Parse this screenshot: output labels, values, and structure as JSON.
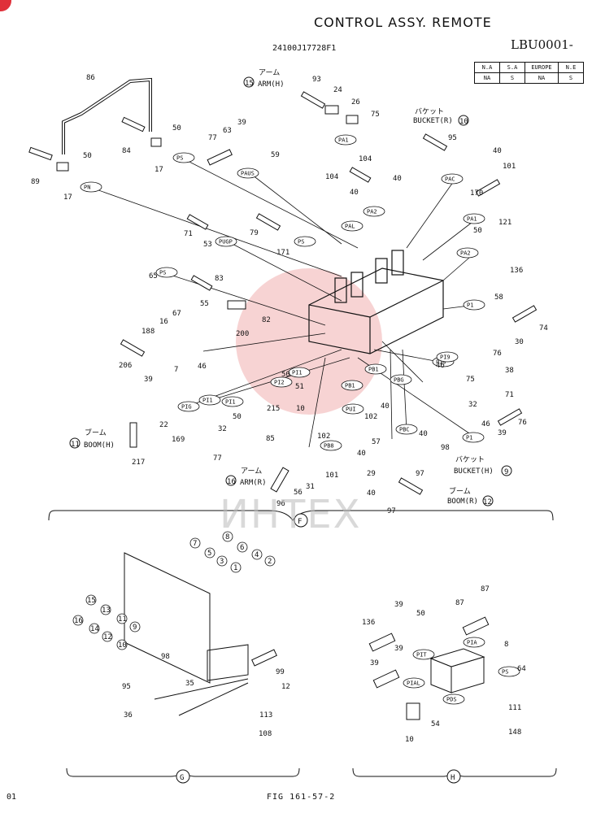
{
  "header": {
    "title": "CONTROL  ASSY. REMOTE",
    "doc_number": "LBU0001-",
    "part_number": "24100J17728F1"
  },
  "market_table": {
    "headers": [
      "N.A",
      "S.A",
      "EUROPE",
      "N.E"
    ],
    "values": [
      "NA",
      "S",
      "NA",
      "S"
    ]
  },
  "footer": {
    "figure": "FIG 161-57-2",
    "page": "01"
  },
  "watermark": "ИНТЕХ",
  "views": {
    "F": "F",
    "G": "G",
    "H": "H"
  },
  "callouts": {
    "boom_h": {
      "no": "11",
      "jp": "ブーム",
      "label": "BOOM(H)"
    },
    "arm_h": {
      "no": "15",
      "jp": "アーム",
      "label": "ARM(H)"
    },
    "bucket_r": {
      "no": "10",
      "jp": "バケット",
      "label": "BUCKET(R)"
    },
    "bucket_h": {
      "no": "9",
      "jp": "バケット",
      "label": "BUCKET(H)"
    },
    "boom_r": {
      "no": "12",
      "jp": "ブーム",
      "label": "BOOM(R)"
    },
    "arm_r": {
      "no": "16",
      "jp": "アーム",
      "label": "ARM(R)"
    }
  },
  "tags": [
    "PA1",
    "PA2",
    "PAL",
    "PAC",
    "PA1",
    "PA2",
    "PS",
    "PUGP",
    "PAUS",
    "PN",
    "PI2",
    "PI1",
    "PB1",
    "PB1",
    "PBG",
    "PBC",
    "PB8",
    "PI1",
    "PI9",
    "PI9",
    "P1",
    "P1",
    "PIG",
    "PUI",
    "PI1",
    "PS",
    "PIA",
    "PIT",
    "PIAL",
    "PDS",
    "PS",
    "PS"
  ],
  "part_numbers": [
    "86",
    "93",
    "24",
    "26",
    "75",
    "39",
    "50",
    "63",
    "77",
    "59",
    "84",
    "17",
    "17",
    "50",
    "89",
    "104",
    "104",
    "40",
    "40",
    "95",
    "40",
    "101",
    "170",
    "121",
    "50",
    "136",
    "79",
    "171",
    "71",
    "53",
    "65",
    "83",
    "55",
    "82",
    "200",
    "67",
    "16",
    "188",
    "206",
    "7",
    "39",
    "46",
    "58",
    "74",
    "30",
    "76",
    "46",
    "75",
    "38",
    "32",
    "71",
    "51",
    "10",
    "102",
    "40",
    "215",
    "50",
    "50",
    "32",
    "85",
    "77",
    "22",
    "169",
    "217",
    "102",
    "40",
    "57",
    "40",
    "46",
    "39",
    "76",
    "98",
    "96",
    "56",
    "31",
    "101",
    "29",
    "97",
    "40",
    "97",
    "98",
    "35",
    "95",
    "36",
    "12",
    "99",
    "113",
    "108",
    "136",
    "39",
    "50",
    "39",
    "87",
    "39",
    "87",
    "8",
    "64",
    "10",
    "54",
    "111",
    "148"
  ],
  "panel_numbers": [
    "7",
    "8",
    "5",
    "6",
    "3",
    "4",
    "1",
    "2",
    "15",
    "13",
    "11",
    "9",
    "16",
    "14",
    "12",
    "10"
  ]
}
